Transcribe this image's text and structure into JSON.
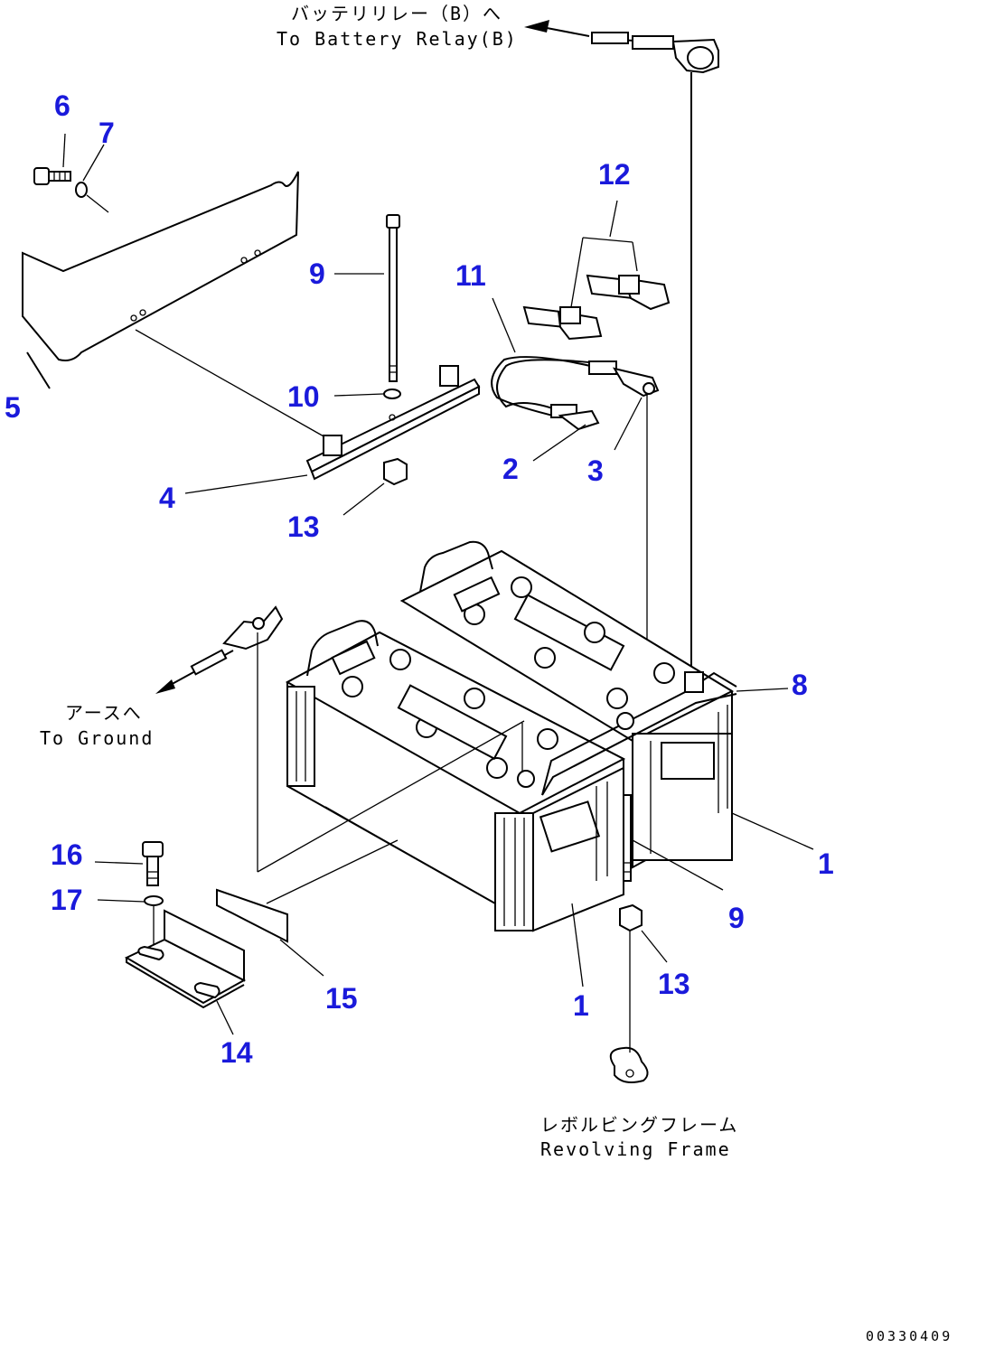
{
  "labels": {
    "p1a": "1",
    "p1b": "1",
    "p2": "2",
    "p3": "3",
    "p4": "4",
    "p5": "5",
    "p6": "6",
    "p7": "7",
    "p8": "8",
    "p9a": "9",
    "p9b": "9",
    "p10": "10",
    "p11": "11",
    "p12": "12",
    "p13a": "13",
    "p13b": "13",
    "p14": "14",
    "p15": "15",
    "p16": "16",
    "p17": "17"
  },
  "notes": {
    "relay_jp": "バッテリリレー（B）へ",
    "relay_en": "To Battery Relay(B)",
    "ground_jp": "アースへ",
    "ground_en": "To Ground",
    "frame_jp": "レボルビングフレーム",
    "frame_en": "Revolving Frame"
  },
  "drawing_id": "00330409",
  "colors": {
    "part_number": "#1a1adb",
    "line": "#000000"
  }
}
